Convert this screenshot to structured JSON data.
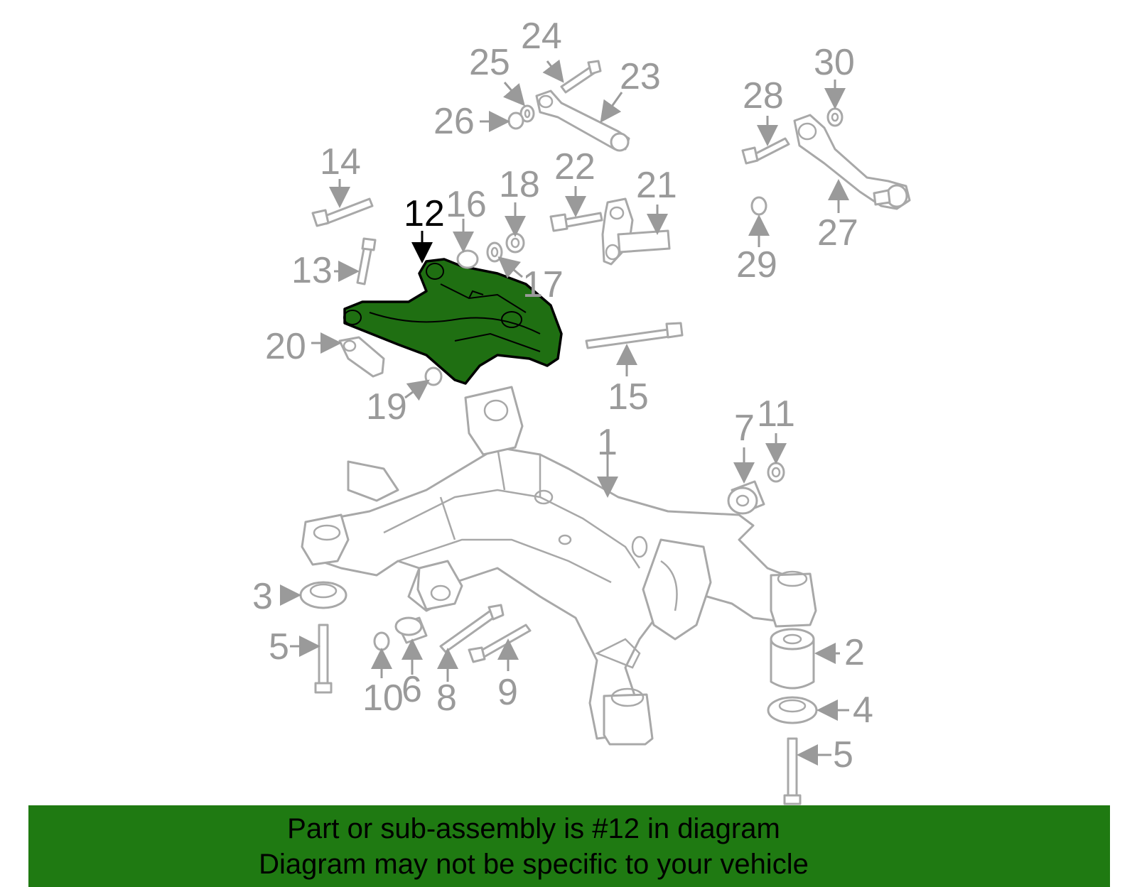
{
  "diagram": {
    "highlight_callout": "12",
    "callouts": {
      "c1": "1",
      "c2": "2",
      "c3": "3",
      "c4": "4",
      "c5a": "5",
      "c5b": "5",
      "c6": "6",
      "c7": "7",
      "c8": "8",
      "c9": "9",
      "c10": "10",
      "c11": "11",
      "c12": "12",
      "c13": "13",
      "c14": "14",
      "c15": "15",
      "c16": "16",
      "c17": "17",
      "c18": "18",
      "c19": "19",
      "c20": "20",
      "c21": "21",
      "c22": "22",
      "c23": "23",
      "c24": "24",
      "c25": "25",
      "c26": "26",
      "c27": "27",
      "c28": "28",
      "c29": "29",
      "c30": "30"
    },
    "colors": {
      "highlight_fill": "#1f6f12",
      "banner": "#1f7a12",
      "line_art": "#a8a8a8"
    }
  },
  "banner": {
    "line1": "Part or sub-assembly is #12 in diagram",
    "line2": "Diagram may not be specific to your vehicle"
  }
}
